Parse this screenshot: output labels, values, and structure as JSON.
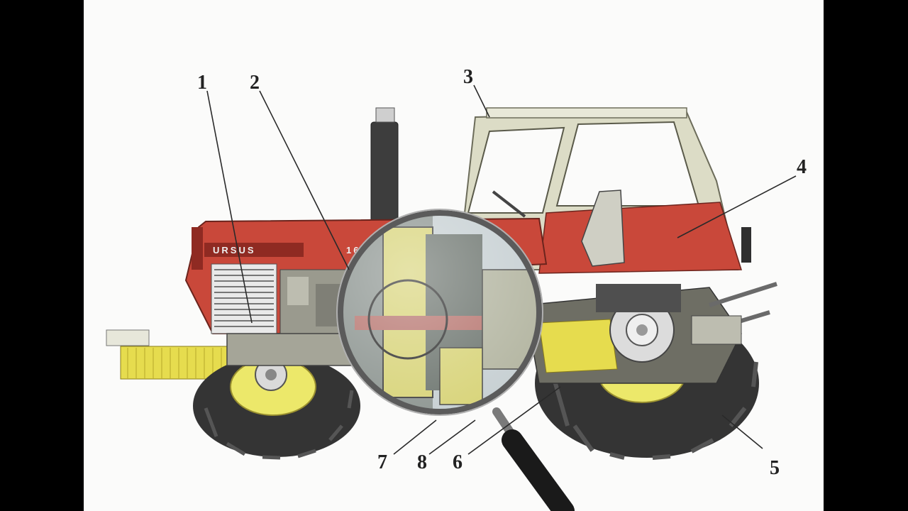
{
  "brand": {
    "logo_text": "URSUS",
    "model_text": "16"
  },
  "callouts": [
    "1",
    "2",
    "3",
    "4",
    "5",
    "6",
    "7",
    "8"
  ],
  "colors": {
    "body_red": "#c9483a",
    "dark_red": "#8f2a22",
    "cab_frame": "#dcdcc6",
    "tire": "#343434",
    "rim": "#ece86a",
    "grille": "#e9e9e9",
    "yellow_part": "#e6dc4e",
    "lens_tint": "#c7d0d3",
    "handle": "#1a1a1a"
  },
  "icons": {
    "magnifier": "magnifier-icon"
  }
}
